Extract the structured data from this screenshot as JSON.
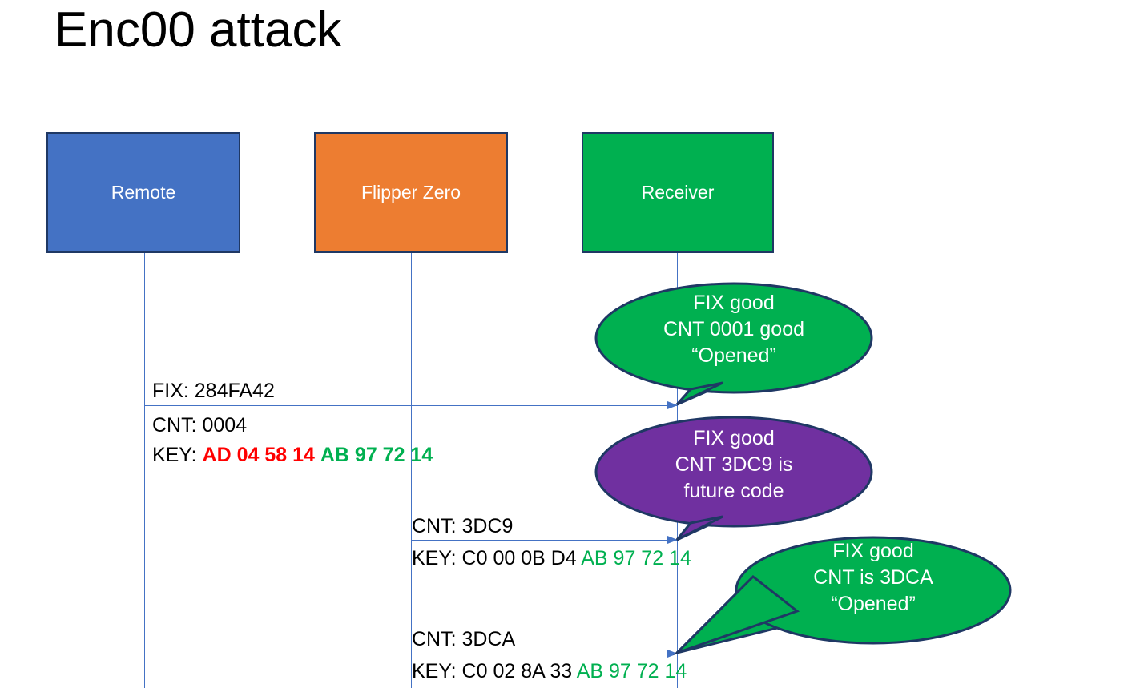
{
  "slide": {
    "title": "Enc00 attack"
  },
  "actors": [
    {
      "id": "remote",
      "label": "Remote",
      "color": "#4472c4"
    },
    {
      "id": "flipper",
      "label": "Flipper Zero",
      "color": "#ed7d31"
    },
    {
      "id": "receiver",
      "label": "Receiver",
      "color": "#00b050"
    }
  ],
  "messages": [
    {
      "id": "msg1",
      "from": "remote",
      "to": "receiver",
      "fix_line": "FIX: 284FA42",
      "cnt_line": "CNT: 0004",
      "key_prefix": "KEY: ",
      "key_red": "AD 04 58 14",
      "key_green": "AB 97 72 14"
    },
    {
      "id": "msg2",
      "from": "flipper",
      "to": "receiver",
      "cnt_line": "CNT: 3DC9",
      "key_prefix": "KEY: C0 00 0B D4 ",
      "key_green": "AB 97 72 14"
    },
    {
      "id": "msg3",
      "from": "flipper",
      "to": "receiver",
      "cnt_line": "CNT: 3DCA",
      "key_prefix": "KEY: C0 02 8A 33 ",
      "key_green": "AB 97 72 14"
    }
  ],
  "callouts": [
    {
      "id": "callout1",
      "color": "#00b050",
      "line1": "FIX good",
      "line2": "CNT 0001 good",
      "line3": "“Opened”"
    },
    {
      "id": "callout2",
      "color": "#7030a0",
      "line1": "FIX good",
      "line2": "CNT 3DC9 is",
      "line3": "future code"
    },
    {
      "id": "callout3",
      "color": "#00b050",
      "line1": "FIX good",
      "line2": "CNT is 3DCA",
      "line3": "“Opened”"
    }
  ],
  "colors": {
    "red": "#ff0000",
    "green": "#00b050",
    "purple": "#7030a0",
    "blue": "#4472c4",
    "orange": "#ed7d31",
    "outline": "#1f3864"
  }
}
